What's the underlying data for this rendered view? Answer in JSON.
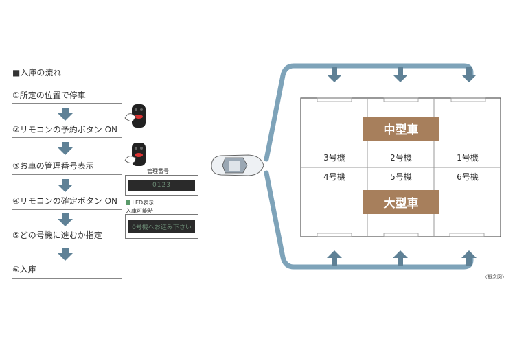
{
  "flow": {
    "title": "■入庫の流れ",
    "steps": [
      {
        "label": "①所定の位置で停車"
      },
      {
        "label": "②リモコンの予約ボタン ON"
      },
      {
        "label": "③お車の管理番号表示"
      },
      {
        "label": "④リモコンの確定ボタン ON"
      },
      {
        "label": "⑤どの号機に進むか指定"
      },
      {
        "label": "⑥入庫"
      }
    ]
  },
  "display": {
    "number_label": "管理番号",
    "number_value": "0123",
    "legend_label": "LED表示",
    "available_label": "入庫可能時",
    "available_message": "0号機へお進み下さい"
  },
  "parking": {
    "medium_label": "中型車",
    "large_label": "大型車",
    "top_row": [
      "3号機",
      "2号機",
      "1号機"
    ],
    "bottom_row": [
      "4号機",
      "5号機",
      "6号機"
    ]
  },
  "caption": "〈概念図〉",
  "colors": {
    "arrow": "#5f8196",
    "path": "#7ea3b9",
    "size_box": "#a77f5c",
    "led_green": "#5a9a6a"
  }
}
